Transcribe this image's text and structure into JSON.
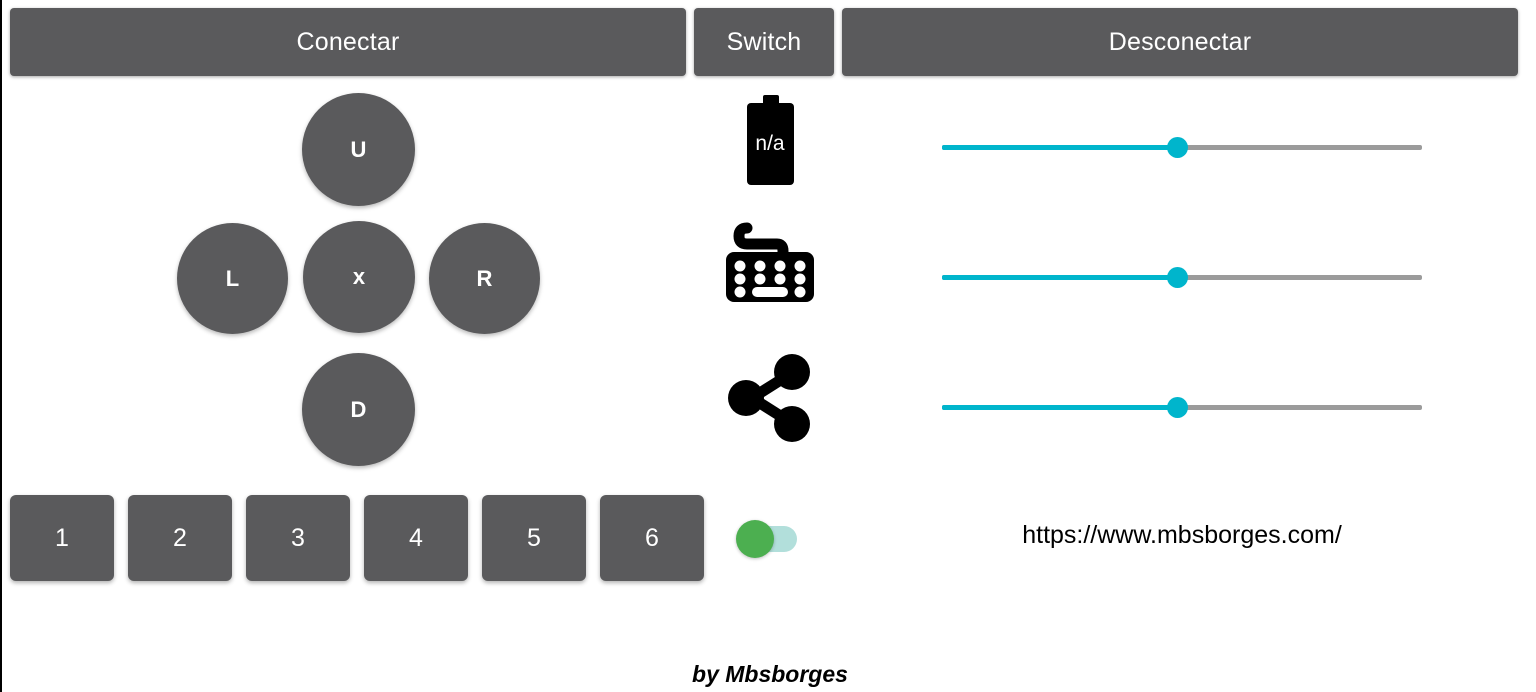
{
  "toolbar": {
    "connect_label": "Conectar",
    "switch_label": "Switch",
    "disconnect_label": "Desconectar"
  },
  "dpad": {
    "up_label": "U",
    "left_label": "L",
    "center_label": "x",
    "right_label": "R",
    "down_label": "D"
  },
  "status_icons": {
    "battery_label": "n/a",
    "keyboard_icon": "keyboard-icon",
    "share_icon": "share-icon"
  },
  "sliders": [
    {
      "name": "slider-1",
      "value": 49,
      "min": 0,
      "max": 100,
      "fill_color": "#00b5cc",
      "track_color": "#9b9b9b"
    },
    {
      "name": "slider-2",
      "value": 49,
      "min": 0,
      "max": 100,
      "fill_color": "#00b5cc",
      "track_color": "#9b9b9b"
    },
    {
      "name": "slider-3",
      "value": 49,
      "min": 0,
      "max": 100,
      "fill_color": "#00b5cc",
      "track_color": "#9b9b9b"
    }
  ],
  "number_buttons": [
    "1",
    "2",
    "3",
    "4",
    "5",
    "6"
  ],
  "toggle": {
    "state": "off",
    "thumb_color": "#4caf50",
    "track_color": "#b2dfdb"
  },
  "link": {
    "url": "https://www.mbsborges.com/"
  },
  "footer": {
    "credit": "by Mbsborges"
  },
  "colors": {
    "button_bg": "#5a5a5c",
    "accent": "#00b5cc",
    "page_bg": "#ffffff",
    "text_on_button": "#ffffff"
  }
}
